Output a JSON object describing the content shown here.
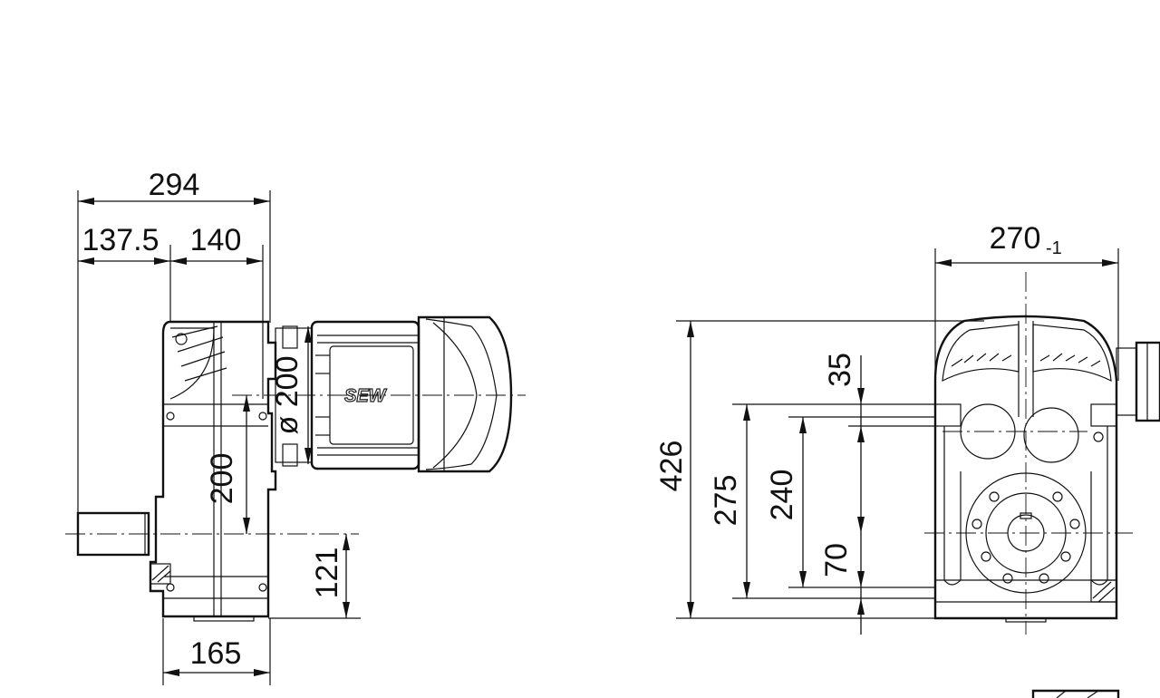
{
  "brand_logo": "SEW",
  "side_view": {
    "dim_overall_width": "294",
    "dim_shaft_to_center": "137.5",
    "dim_center_to_flange": "140",
    "dim_motor_diameter": "ø 200",
    "dim_shaft_axis_height": "200",
    "dim_shaft_height_from_base": "121",
    "dim_base_width": "165"
  },
  "front_view": {
    "dim_overall_width": "270",
    "dim_overall_width_tolerance": "-1",
    "dim_overall_height": "426",
    "dim_mount_height_outer": "275",
    "dim_mount_height_inner": "240",
    "dim_top_offset": "35",
    "dim_bottom_offset": "70"
  }
}
